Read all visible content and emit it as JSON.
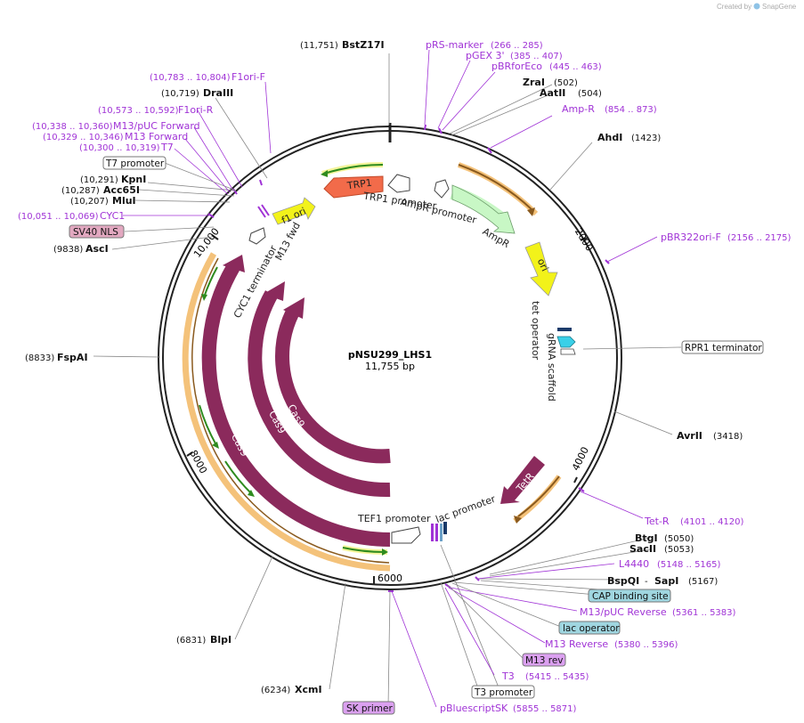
{
  "header": {
    "created_by": "Created by",
    "brand": "SnapGene"
  },
  "plasmid": {
    "name": "pNSU299_LHS1",
    "size": "11,755 bp"
  },
  "ticks": [
    "2000",
    "4000",
    "6000",
    "8000",
    "10,000"
  ],
  "enzymes": {
    "bstz17i": {
      "name": "BstZ17I",
      "pos": "(11,751)"
    },
    "zrai": {
      "name": "ZraI",
      "pos": "(502)"
    },
    "aatii": {
      "name": "AatII",
      "pos": "(504)"
    },
    "ahdi": {
      "name": "AhdI",
      "pos": "(1423)"
    },
    "draiii": {
      "name": "DraIII",
      "pos": "(10,719)"
    },
    "kpni": {
      "name": "KpnI",
      "pos": "(10,291)"
    },
    "acc65i": {
      "name": "Acc65I",
      "pos": "(10,287)"
    },
    "mlui": {
      "name": "MluI",
      "pos": "(10,207)"
    },
    "asci": {
      "name": "AscI",
      "pos": "(9838)"
    },
    "fspai": {
      "name": "FspAI",
      "pos": "(8833)"
    },
    "avrii": {
      "name": "AvrII",
      "pos": "(3418)"
    },
    "btgi": {
      "name": "BtgI",
      "pos": "(5050)"
    },
    "sacii": {
      "name": "SacII",
      "pos": "(5053)"
    },
    "bspqi": {
      "name": "BspQI",
      "sep": "-",
      "name2": "SapI",
      "pos": "(5167)"
    },
    "blpi": {
      "name": "BlpI",
      "pos": "(6831)"
    },
    "xcmi": {
      "name": "XcmI",
      "pos": "(6234)"
    }
  },
  "primers": {
    "prs_marker": {
      "name": "pRS-marker",
      "pos": "(266 .. 285)"
    },
    "pgex3": {
      "name": "pGEX 3'",
      "pos": "(385 .. 407)"
    },
    "pbrforeco": {
      "name": "pBRforEco",
      "pos": "(445 .. 463)"
    },
    "ampr_primer": {
      "name": "Amp-R",
      "pos": "(854 .. 873)"
    },
    "f1ori_f": {
      "name": "F1ori-F",
      "pos": "(10,783 .. 10,804)"
    },
    "f1ori_r": {
      "name": "F1ori-R",
      "pos": "(10,573 .. 10,592)"
    },
    "m13puc_fwd": {
      "name": "M13/pUC Forward",
      "pos": "(10,338 .. 10,360)"
    },
    "m13_fwd": {
      "name": "M13 Forward",
      "pos": "(10,329 .. 10,346)"
    },
    "t7": {
      "name": "T7",
      "pos": "(10,300 .. 10,319)"
    },
    "cyc1": {
      "name": "CYC1",
      "pos": "(10,051 .. 10,069)"
    },
    "pbr322ori_f": {
      "name": "pBR322ori-F",
      "pos": "(2156 .. 2175)"
    },
    "tet_r": {
      "name": "Tet-R",
      "pos": "(4101 .. 4120)"
    },
    "l4440": {
      "name": "L4440",
      "pos": "(5148 .. 5165)"
    },
    "m13puc_rev": {
      "name": "M13/pUC Reverse",
      "pos": "(5361 .. 5383)"
    },
    "m13_reverse": {
      "name": "M13 Reverse",
      "pos": "(5380 .. 5396)"
    },
    "t3": {
      "name": "T3",
      "pos": "(5415 .. 5435)"
    },
    "pbluescriptsk": {
      "name": "pBluescriptSK",
      "pos": "(5855 .. 5871)"
    }
  },
  "boxed": {
    "t7_promoter": "T7 promoter",
    "sv40_nls": "SV40 NLS",
    "rpr1_terminator": "RPR1 terminator",
    "cap_binding_site": "CAP binding site",
    "lac_operator": "lac operator",
    "m13_rev": "M13 rev",
    "t3_promoter": "T3 promoter",
    "sk_primer": "SK primer"
  },
  "features": {
    "trp1": "TRP1",
    "trp1_promoter": "TRP1 promoter",
    "ampr_promoter": "AmpR promoter",
    "ampr": "AmpR",
    "ori": "ori",
    "f1_ori": "f1 ori",
    "m13_fwd": "M13 fwd",
    "cyc1_terminator": "CYC1 terminator",
    "tet_operator": "tet operator",
    "grna_scaffold": "gRNA scaffold",
    "tetr": "TetR",
    "lac_promoter": "lac promoter",
    "tef1_promoter": "TEF1 promoter",
    "cas9": "Cas9"
  },
  "colors": {
    "backbone": "#222222",
    "primer": "#a033d6",
    "cas9": "#8b2a5c",
    "trp1": "#f26b4a",
    "ampr": "#c8f7c5",
    "ori": "#f2f21a",
    "orf_highlight": "#f4c27a",
    "orf_arrow": "#2e8b1e",
    "sv40_box": "#e2a8c0",
    "cap_box": "#9fd6e0",
    "mrev_box": "#dba0f0"
  }
}
